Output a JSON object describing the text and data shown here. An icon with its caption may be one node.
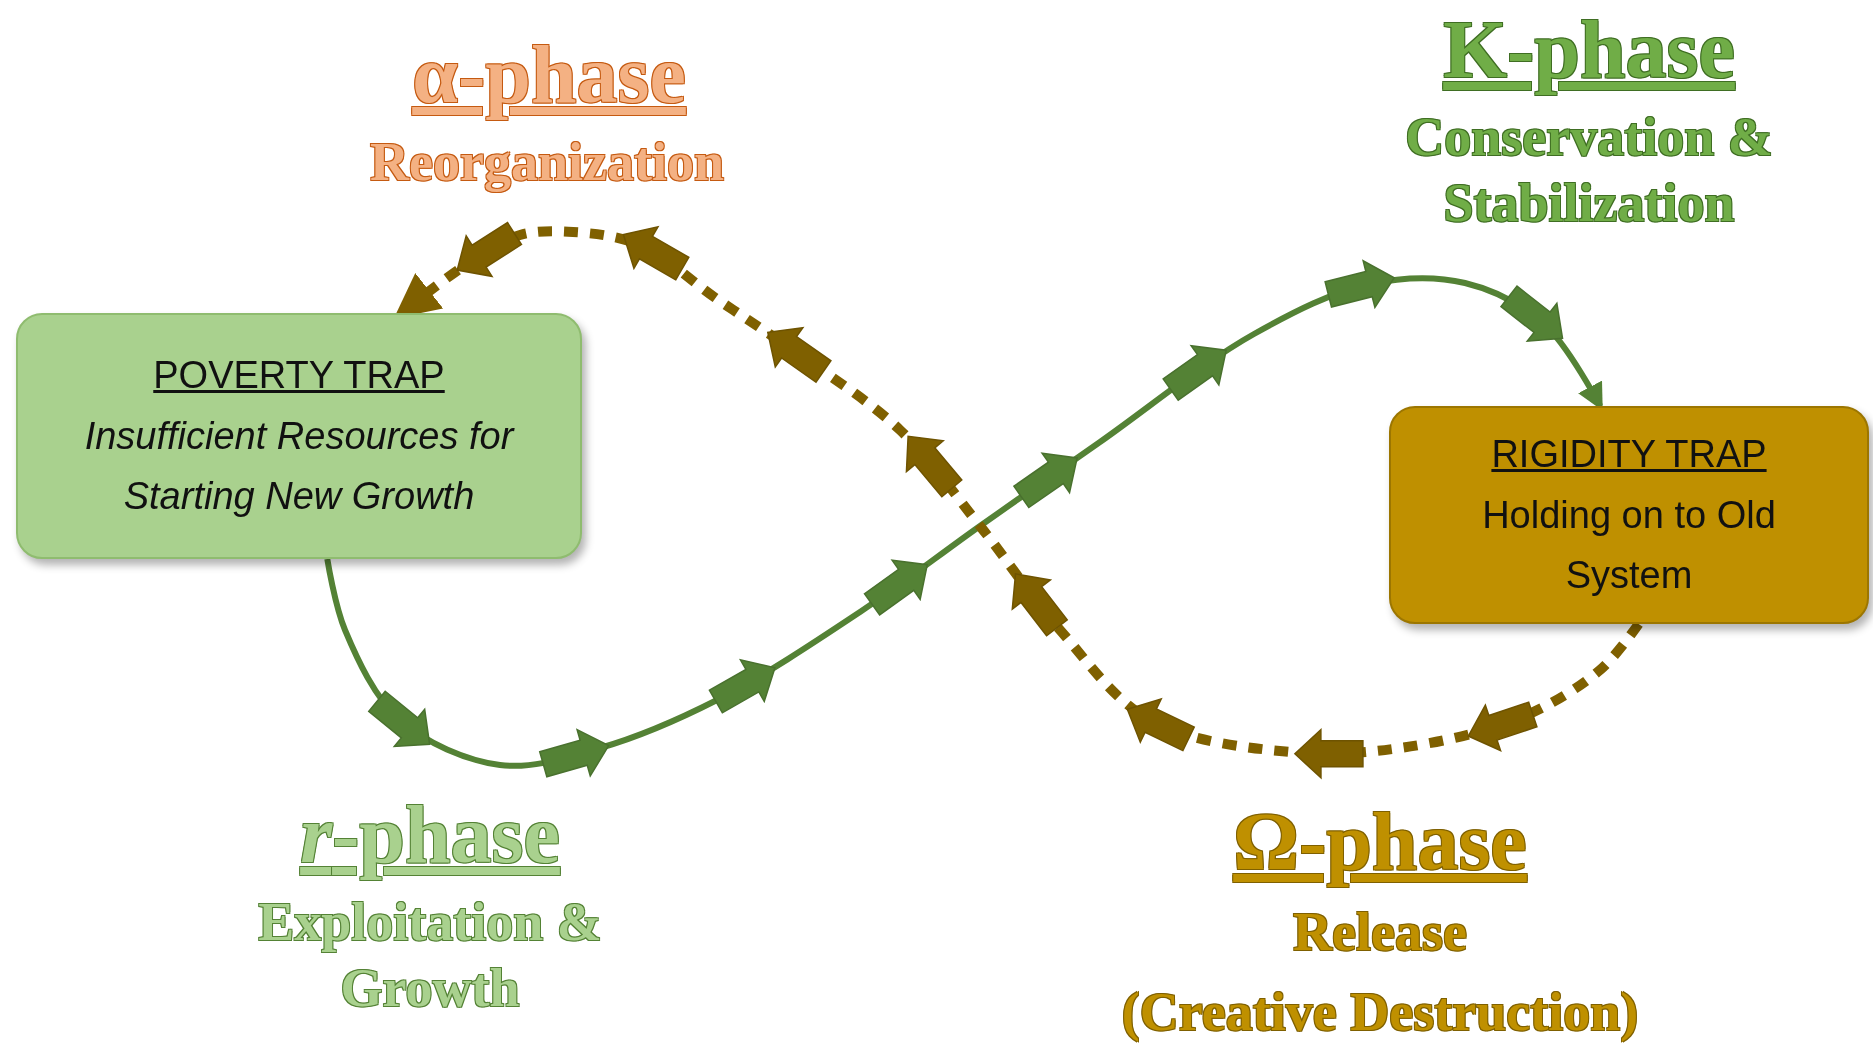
{
  "diagram": {
    "nodes": [
      {
        "text": [
          "POVERTY TRAP",
          "Insufficient Resources for Starting New Growth"
        ]
      },
      {
        "text": [
          "RIGIDITY TRAP",
          "Holding on to Old System"
        ]
      }
    ],
    "edges": [
      {
        "from": 0,
        "to": 1,
        "arrow": "to",
        "color": "#548235"
      },
      {
        "from": 1,
        "to": 0,
        "arrow": "to",
        "style": "dashed",
        "color": "#7f6000"
      }
    ],
    "labels": [
      "α-phase",
      "Reorganization",
      "K-phase",
      "Conservation & Stabilization",
      "*r*-phase",
      "Exploitation & Growth",
      "Ω-phase",
      "Release",
      "(Creative Destruction)"
    ]
  }
}
